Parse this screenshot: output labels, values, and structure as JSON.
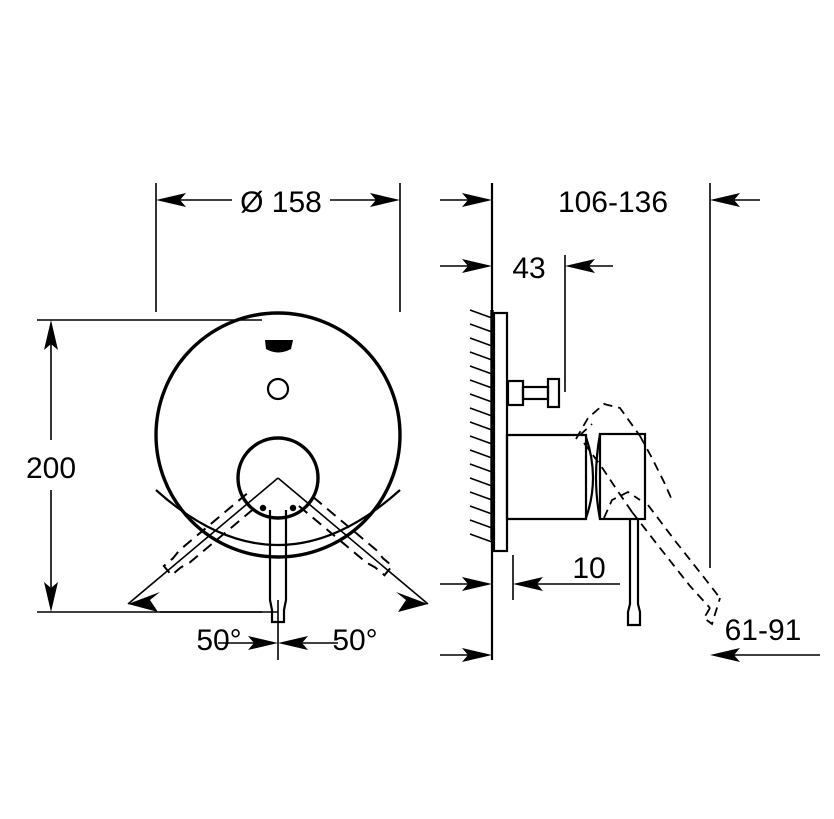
{
  "drawing": {
    "title": "Concealed single-lever mixer trim dimension drawing",
    "units": "mm",
    "line_color": "#000000",
    "background_color": "#ffffff",
    "views": [
      {
        "name": "front-view",
        "label": "Front view (round face plate)"
      },
      {
        "name": "side-view",
        "label": "Side view (wall section)"
      }
    ]
  },
  "dimensions": {
    "diameter_face": "Ø 158",
    "height_overall": "200",
    "angle_left": "50°",
    "angle_right": "50°",
    "depth_range": "106-136",
    "plate_offset": "43",
    "plate_thickness": "10",
    "lever_reach_range": "61-91"
  },
  "front_view": {
    "face_plate_label": "round-face-plate",
    "brand_mark_label": "brand-logo-mark",
    "diverter_button_label": "diverter-button",
    "handle_hub_label": "handle-hub",
    "lever_label": "lever-handle",
    "index_dot_left_label": "index-dot-left",
    "index_dot_right_label": "index-dot-right",
    "swing_arc_label": "lever-swing-arc",
    "ghost_lever_left_label": "lever-ghost-left-50deg",
    "ghost_lever_right_label": "lever-ghost-right-50deg"
  },
  "side_view": {
    "wall_label": "wall-hatching",
    "escutcheon_label": "escutcheon-plate",
    "spindle_label": "diverter-spindle",
    "body_label": "mixer-body",
    "handle_block_label": "handle-block",
    "lever_stem_label": "lever-stem",
    "ghost_handle_label": "handle-ghost-open-position"
  }
}
